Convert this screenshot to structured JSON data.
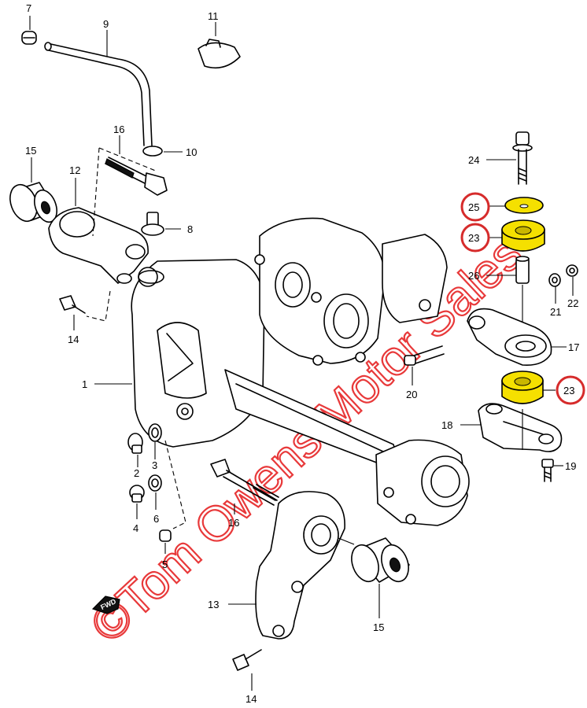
{
  "callouts": [
    {
      "id": "p7",
      "label": "7"
    },
    {
      "id": "p9",
      "label": "9"
    },
    {
      "id": "p11",
      "label": "11"
    },
    {
      "id": "p16a",
      "label": "16"
    },
    {
      "id": "p10",
      "label": "10"
    },
    {
      "id": "p15a",
      "label": "15"
    },
    {
      "id": "p12",
      "label": "12"
    },
    {
      "id": "p8",
      "label": "8"
    },
    {
      "id": "p14a",
      "label": "14"
    },
    {
      "id": "p1",
      "label": "1"
    },
    {
      "id": "p2",
      "label": "2"
    },
    {
      "id": "p3",
      "label": "3"
    },
    {
      "id": "p4",
      "label": "4"
    },
    {
      "id": "p6",
      "label": "6"
    },
    {
      "id": "p5",
      "label": "5"
    },
    {
      "id": "p16b",
      "label": "16"
    },
    {
      "id": "p13",
      "label": "13"
    },
    {
      "id": "p15b",
      "label": "15"
    },
    {
      "id": "p14b",
      "label": "14"
    },
    {
      "id": "p24",
      "label": "24"
    },
    {
      "id": "p25",
      "label": "25"
    },
    {
      "id": "p23a",
      "label": "23"
    },
    {
      "id": "p26",
      "label": "26"
    },
    {
      "id": "p21",
      "label": "21"
    },
    {
      "id": "p22",
      "label": "22"
    },
    {
      "id": "p17",
      "label": "17"
    },
    {
      "id": "p20",
      "label": "20"
    },
    {
      "id": "p23b",
      "label": "23"
    },
    {
      "id": "p18",
      "label": "18"
    },
    {
      "id": "p19",
      "label": "19"
    }
  ],
  "highlighted": [
    "p25",
    "p23a",
    "p23b"
  ],
  "fwd_label": "FWD",
  "watermark": "©Tom Owens Motor Sales",
  "colors": {
    "highlight_ring": "#d62b2b",
    "bush_fill": "#f5e000",
    "watermark": "#e8393a",
    "line": "#000000"
  }
}
